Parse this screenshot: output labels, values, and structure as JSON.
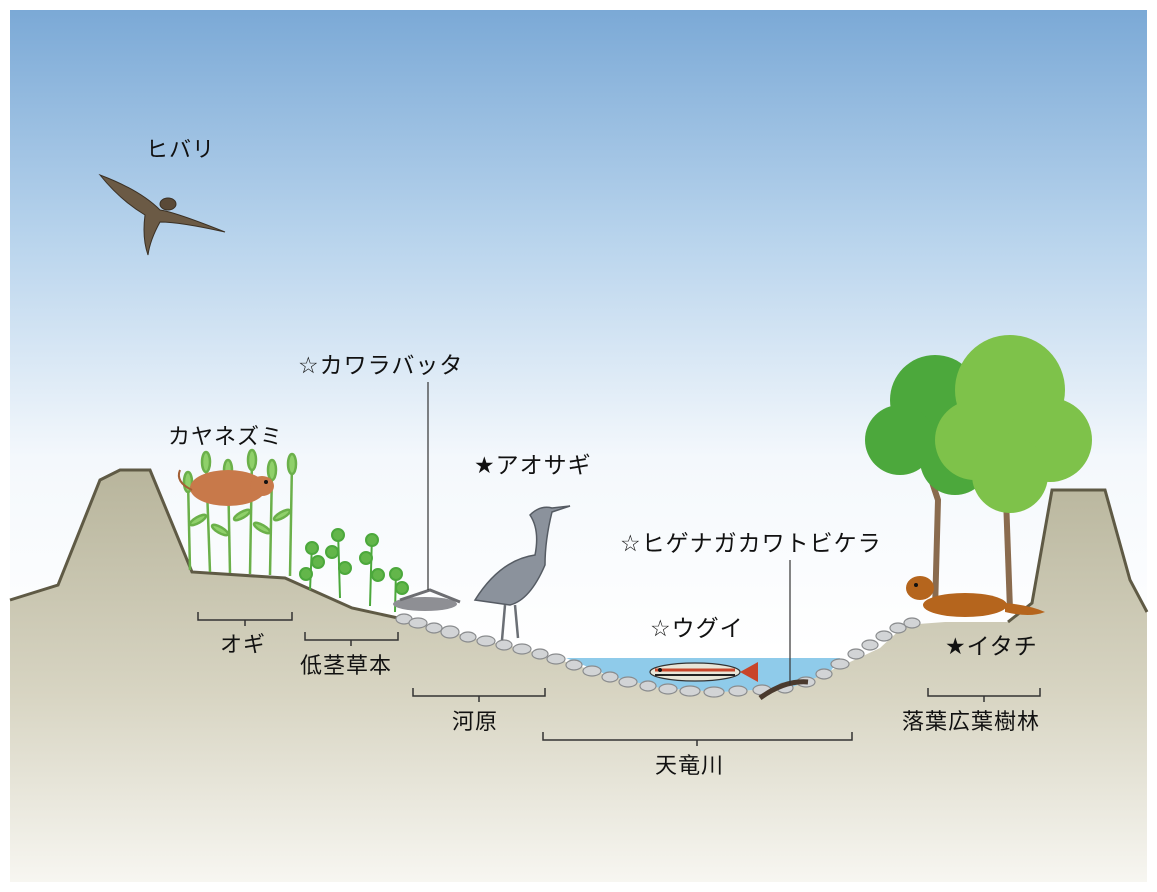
{
  "diagram": {
    "species": {
      "skylark": "ヒバリ",
      "harvest_mouse": "カヤネズミ",
      "grasshopper": "☆カワラバッタ",
      "heron": "★アオサギ",
      "insect_larva": "☆ヒゲナガカワトビケラ",
      "fish": "☆ウグイ",
      "weasel": "★イタチ"
    },
    "habitats": {
      "ogi_reeds": "オギ",
      "low_herbs": "低茎草本",
      "riverbed": "河原",
      "river": "天竜川",
      "deciduous_forest": "落葉広葉樹林"
    },
    "colors": {
      "sky_top": "#7ba9d6",
      "sky_bottom": "#ffffff",
      "ground": "#c2bfa5",
      "ground_outline": "#5f5a45",
      "water": "#8fcbea",
      "stones": "#d2d4d6",
      "tree_light": "#7ec24a",
      "tree_dark": "#4ca83c",
      "weasel": "#b5651d",
      "heron": "#8b929c"
    }
  }
}
